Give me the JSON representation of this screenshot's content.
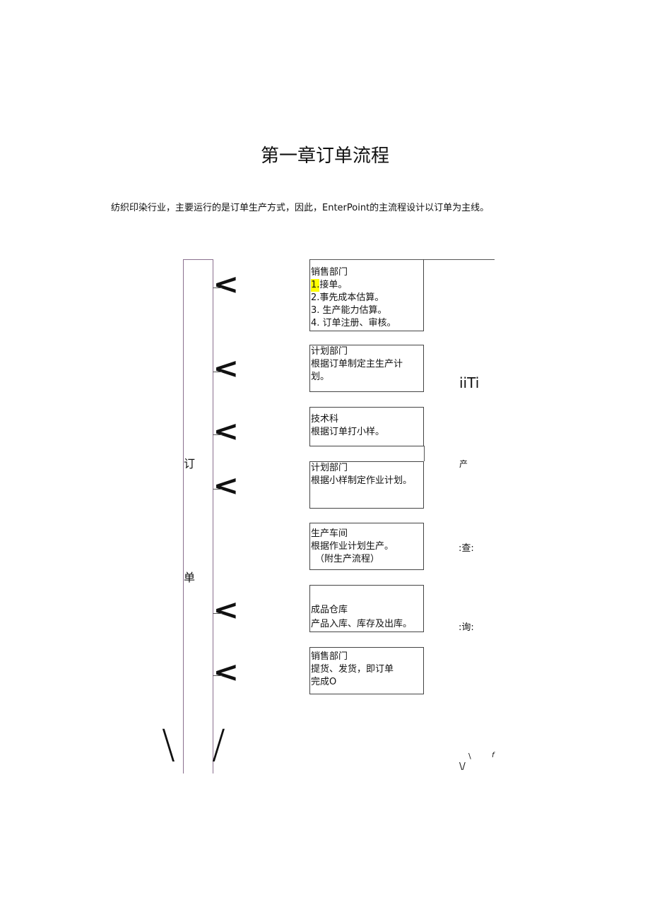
{
  "title": "第一章订单流程",
  "intro": "纺织印染行业，主要运行的是订单生产方式，因此，EnterPoint的主流程设计以订单为主线。",
  "left_label": [
    "订",
    "单"
  ],
  "arrow_glyph": "<",
  "boxes": [
    {
      "lines": [
        "销售部门",
        "1.接单。",
        "2.事先成本估算。",
        "3. 生产能力估算。",
        "4. 订单注册、审核。"
      ]
    },
    {
      "lines": [
        "计划部门",
        "根据订单制定主生产计",
        "划。"
      ]
    },
    {
      "lines": [
        "技术科",
        "根据订单打小样。"
      ]
    },
    {
      "lines": [
        "计划部门",
        "根据小样制定作业计划。"
      ]
    },
    {
      "lines": [
        "生产车间",
        "根据作业计划生产。",
        "（附生产流程）"
      ]
    },
    {
      "lines": [
        "成品仓库",
        "产品入库、库存及出库。"
      ]
    },
    {
      "lines": [
        "销售部门",
        "提货、发货，即订单",
        "完成O"
      ]
    }
  ],
  "right_labels": [
    "iiTi",
    "产",
    ":查:",
    ":询:",
    "\\",
    "f",
    "\\/"
  ],
  "bottom_glyphs": [
    "\\",
    "/"
  ],
  "highlight_color": "#ffff00"
}
